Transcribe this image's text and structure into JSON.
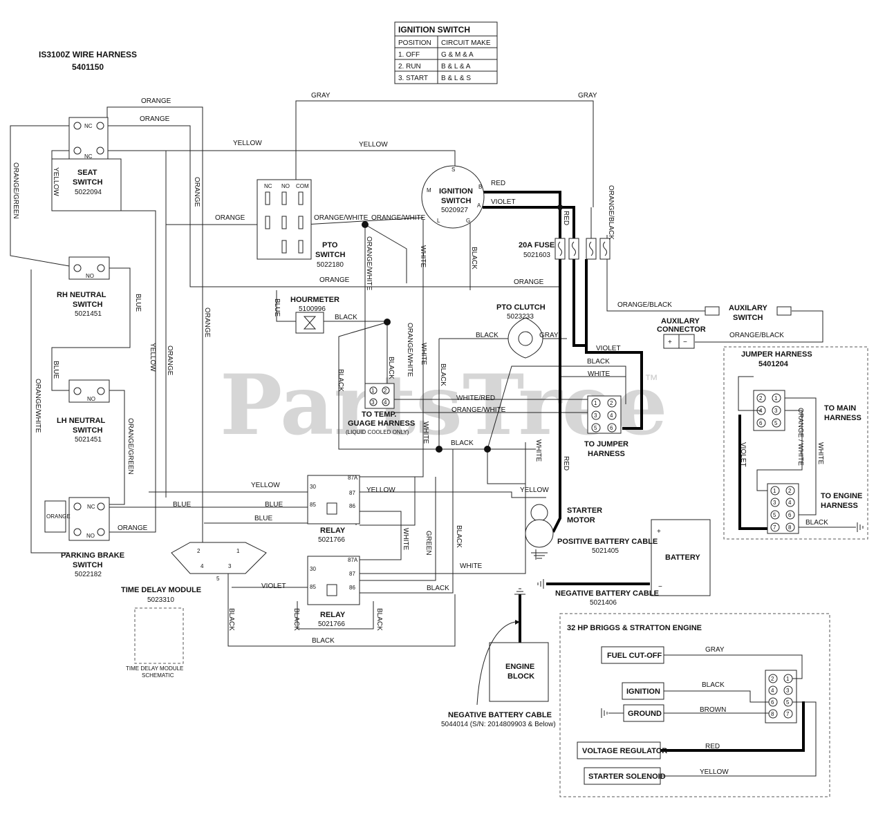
{
  "header": {
    "title": "IS3100Z WIRE HARNESS",
    "part": "5401150"
  },
  "ignition_table": {
    "title": "IGNITION SWITCH",
    "col_position": "POSITION",
    "col_circuit": "CIRCUIT MAKE",
    "rows": [
      {
        "position": "1. OFF",
        "circuit": "G & M & A"
      },
      {
        "position": "2. RUN",
        "circuit": "B & L & A"
      },
      {
        "position": "3. START",
        "circuit": "B & L & S"
      }
    ]
  },
  "components": {
    "seat_switch": {
      "name1": "SEAT",
      "name2": "SWITCH",
      "part": "5022094"
    },
    "rh_neutral": {
      "name1": "RH NEUTRAL",
      "name2": "SWITCH",
      "part": "5021451"
    },
    "lh_neutral": {
      "name1": "LH NEUTRAL",
      "name2": "SWITCH",
      "part": "5021451"
    },
    "parking_brake": {
      "name1": "PARKING BRAKE",
      "name2": "SWITCH",
      "part": "5022182"
    },
    "pto_switch": {
      "name1": "PTO",
      "name2": "SWITCH",
      "part": "5022180"
    },
    "ignition_switch": {
      "name1": "IGNITION",
      "name2": "SWITCH",
      "part": "5020927"
    },
    "hourmeter": {
      "name": "HOURMETER",
      "part": "5100996"
    },
    "pto_clutch": {
      "name": "PTO CLUTCH",
      "part": "5023233"
    },
    "fuse": {
      "name": "20A FUSE",
      "part": "5021603"
    },
    "aux_connector": {
      "name1": "AUXILARY",
      "name2": "CONNECTOR"
    },
    "aux_switch": {
      "name1": "AUXILARY",
      "name2": "SWITCH"
    },
    "temp_gauge": {
      "name1": "TO TEMP.",
      "name2": "GUAGE HARNESS",
      "note": "(LIQUID COOLED ONLY)"
    },
    "to_jumper": {
      "name1": "TO JUMPER",
      "name2": "HARNESS"
    },
    "relay1": {
      "name": "RELAY",
      "part": "5021766"
    },
    "relay2": {
      "name": "RELAY",
      "part": "5021766"
    },
    "time_delay": {
      "name": "TIME DELAY MODULE",
      "part": "5023310",
      "schematic1": "TIME DELAY MODULE",
      "schematic2": "SCHEMATIC"
    },
    "starter": {
      "name1": "STARTER",
      "name2": "MOTOR"
    },
    "battery": {
      "name": "BATTERY"
    },
    "pos_cable": {
      "name": "POSITIVE BATTERY CABLE",
      "part": "5021405"
    },
    "neg_cable": {
      "name": "NEGATIVE BATTERY CABLE",
      "part": "5021406"
    },
    "neg_cable2": {
      "name": "NEGATIVE BATTERY CABLE",
      "part": "5044014 (S/N: 2014809903 & Below)"
    },
    "engine_block": {
      "name1": "ENGINE",
      "name2": "BLOCK"
    }
  },
  "jumper_harness": {
    "title": "JUMPER HARNESS",
    "part": "5401204",
    "to_main1": "TO MAIN",
    "to_main2": "HARNESS",
    "to_engine1": "TO ENGINE",
    "to_engine2": "HARNESS"
  },
  "engine": {
    "title": "32 HP BRIGGS & STRATTON ENGINE",
    "fuel": "FUEL CUT-OFF",
    "ignition": "IGNITION",
    "ground": "GROUND",
    "voltage": "VOLTAGE REGULATOR",
    "solenoid": "STARTER SOLENOID"
  },
  "wires": {
    "orange": "ORANGE",
    "yellow": "YELLOW",
    "gray": "GRAY",
    "red": "RED",
    "violet": "VIOLET",
    "black": "BLACK",
    "blue": "BLUE",
    "white": "WHITE",
    "green": "GREEN",
    "brown": "BROWN",
    "orange_white": "ORANGE/WHITE",
    "orange_black": "ORANGE/BLACK",
    "orange_green": "ORANGE/GREEN",
    "white_red": "WHITE/RED",
    "orange_slash_white": "ORANGE / WHITE"
  },
  "pins": {
    "nc": "NC",
    "no": "NO",
    "com": "COM",
    "s": "S",
    "b": "B",
    "m": "M",
    "a": "A",
    "l": "L",
    "g": "G",
    "p30": "30",
    "p87a": "87A",
    "p87": "87",
    "p85": "85",
    "p86": "86",
    "n1": "1",
    "n2": "2",
    "n3": "3",
    "n4": "4",
    "n5": "5",
    "n6": "6",
    "n7": "7",
    "n8": "8",
    "plus": "+",
    "minus": "−"
  },
  "watermark": {
    "text": "PartsTree",
    "tm": "™"
  }
}
